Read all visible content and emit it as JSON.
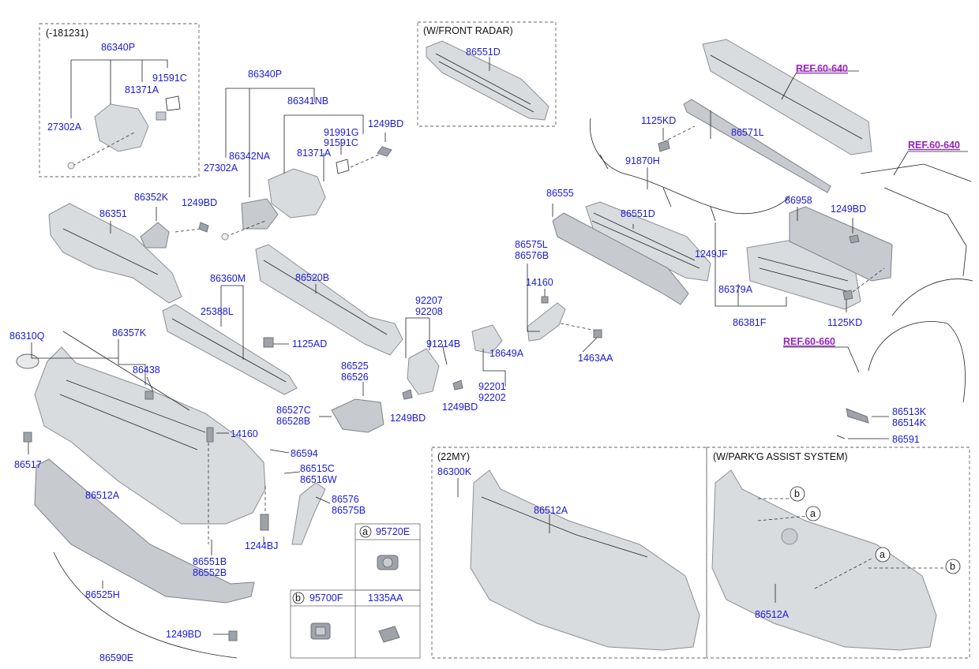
{
  "boxes": {
    "top_left": "(-181231)",
    "front_radar": "(W/FRONT RADAR)",
    "my22": "(22MY)",
    "park_assist": "(W/PARK'G ASSIST SYSTEM)"
  },
  "refs": {
    "ref1": "REF.60-640",
    "ref2": "REF.60-640",
    "ref3": "REF.60-660"
  },
  "labels": {
    "p86340P_a": "86340P",
    "p91591C_a": "91591C",
    "p81371A_a": "81371A",
    "p27302A_a": "27302A",
    "p86340P_b": "86340P",
    "p86341NB": "86341NB",
    "p91991G": "91991G",
    "p91591C_b": "91591C",
    "p81371A_b": "81371A",
    "p86342NA": "86342NA",
    "p27302A_b": "27302A",
    "p1249BD_a": "1249BD",
    "p86551D_a": "86551D",
    "p1125KD_a": "1125KD",
    "p86571L": "86571L",
    "p91870H": "91870H",
    "p86352K": "86352K",
    "p1249BD_b": "1249BD",
    "p86351": "86351",
    "p86555": "86555",
    "p86551D_b": "86551D",
    "p86958": "86958",
    "p1249BD_c": "1249BD",
    "p1249JF": "1249JF",
    "p86575L": "86575L",
    "p86576B_a": "86576B",
    "p14160_a": "14160",
    "p86379A": "86379A",
    "p86381F": "86381F",
    "p1125KD_b": "1125KD",
    "p86360M": "86360M",
    "p86520B": "86520B",
    "p25388L": "25388L",
    "p92207": "92207",
    "p92208": "92208",
    "p91214B": "91214B",
    "p18649A": "18649A",
    "p1463AA": "1463AA",
    "p86310Q": "86310Q",
    "p86357K": "86357K",
    "p1125AD": "1125AD",
    "p86438": "86438",
    "p86525": "86525",
    "p86526": "86526",
    "p92201": "92201",
    "p92202": "92202",
    "p1249BD_d": "1249BD",
    "p1249BD_e": "1249BD",
    "p86527C": "86527C",
    "p86528B": "86528B",
    "p14160_b": "14160",
    "p86513K": "86513K",
    "p86514K": "86514K",
    "p86591": "86591",
    "p86517": "86517",
    "p86594": "86594",
    "p86515C": "86515C",
    "p86516W": "86516W",
    "p86512A_a": "86512A",
    "p86576": "86576",
    "p86575B": "86575B",
    "p86300K": "86300K",
    "p86512A_b": "86512A",
    "p1244BJ": "1244BJ",
    "p86551B": "86551B",
    "p86552B": "86552B",
    "p86525H": "86525H",
    "p1249BD_f": "1249BD",
    "p86590E": "86590E",
    "p86512A_c": "86512A"
  },
  "legend": {
    "a_letter": "a",
    "a_part": "95720E",
    "b_letter": "b",
    "b_part": "95700F",
    "b_part2": "1335AA"
  },
  "callouts": {
    "c1": "b",
    "c2": "a",
    "c3": "a",
    "c4": "b"
  }
}
